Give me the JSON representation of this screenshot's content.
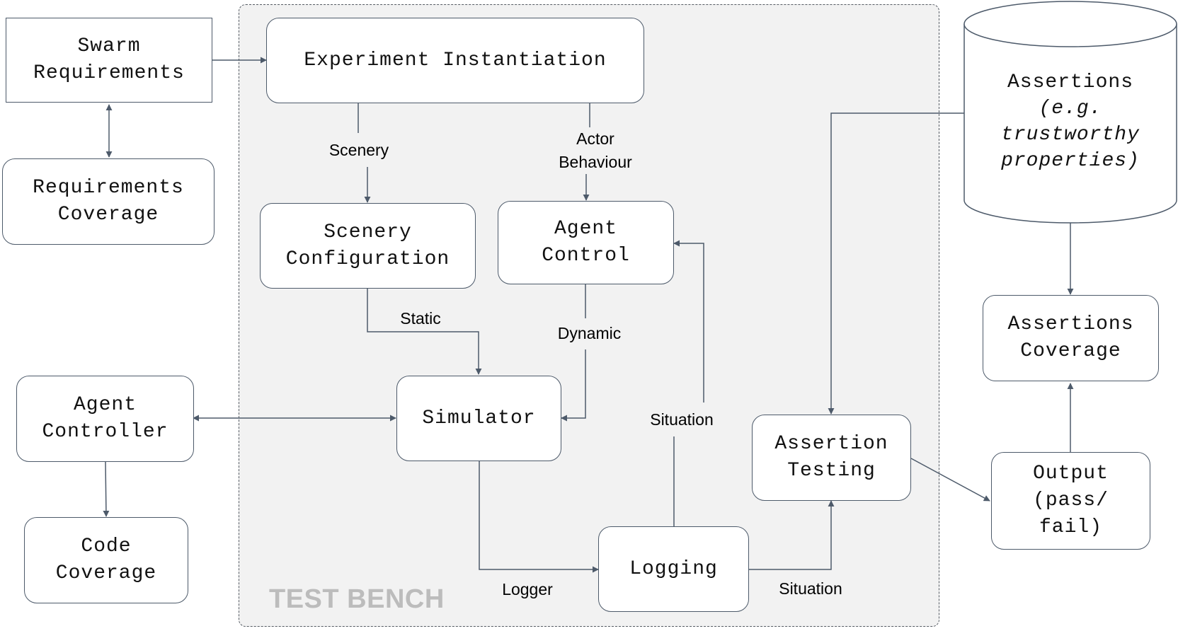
{
  "test_bench": {
    "title": "TEST BENCH"
  },
  "boxes": {
    "swarm_requirements": [
      "Swarm",
      "Requirements"
    ],
    "requirements_coverage": [
      "Requirements",
      "Coverage"
    ],
    "agent_controller": [
      "Agent",
      "Controller"
    ],
    "code_coverage": [
      "Code",
      "Coverage"
    ],
    "experiment_instantiation": [
      "Experiment Instantiation"
    ],
    "scenery_configuration": [
      "Scenery",
      "Configuration"
    ],
    "agent_control": [
      "Agent",
      "Control"
    ],
    "simulator": [
      "Simulator"
    ],
    "logging": [
      "Logging"
    ],
    "assertion_testing": [
      "Assertion",
      "Testing"
    ],
    "assertions_store": [
      "Assertions",
      "(e.g.",
      "trustworthy",
      "properties)"
    ],
    "assertions_coverage": [
      "Assertions",
      "Coverage"
    ],
    "output": [
      "Output",
      "(pass/",
      "fail)"
    ]
  },
  "edge_labels": {
    "scenery": "Scenery",
    "actor_behaviour": [
      "Actor",
      "Behaviour"
    ],
    "static": "Static",
    "dynamic": "Dynamic",
    "situation_feedback": "Situation",
    "situation_logging": "Situation",
    "logger": "Logger"
  },
  "colors": {
    "line": "#4d5a6a",
    "bench_fill": "#f2f2f2",
    "bench_title": "#bcbcbc"
  }
}
